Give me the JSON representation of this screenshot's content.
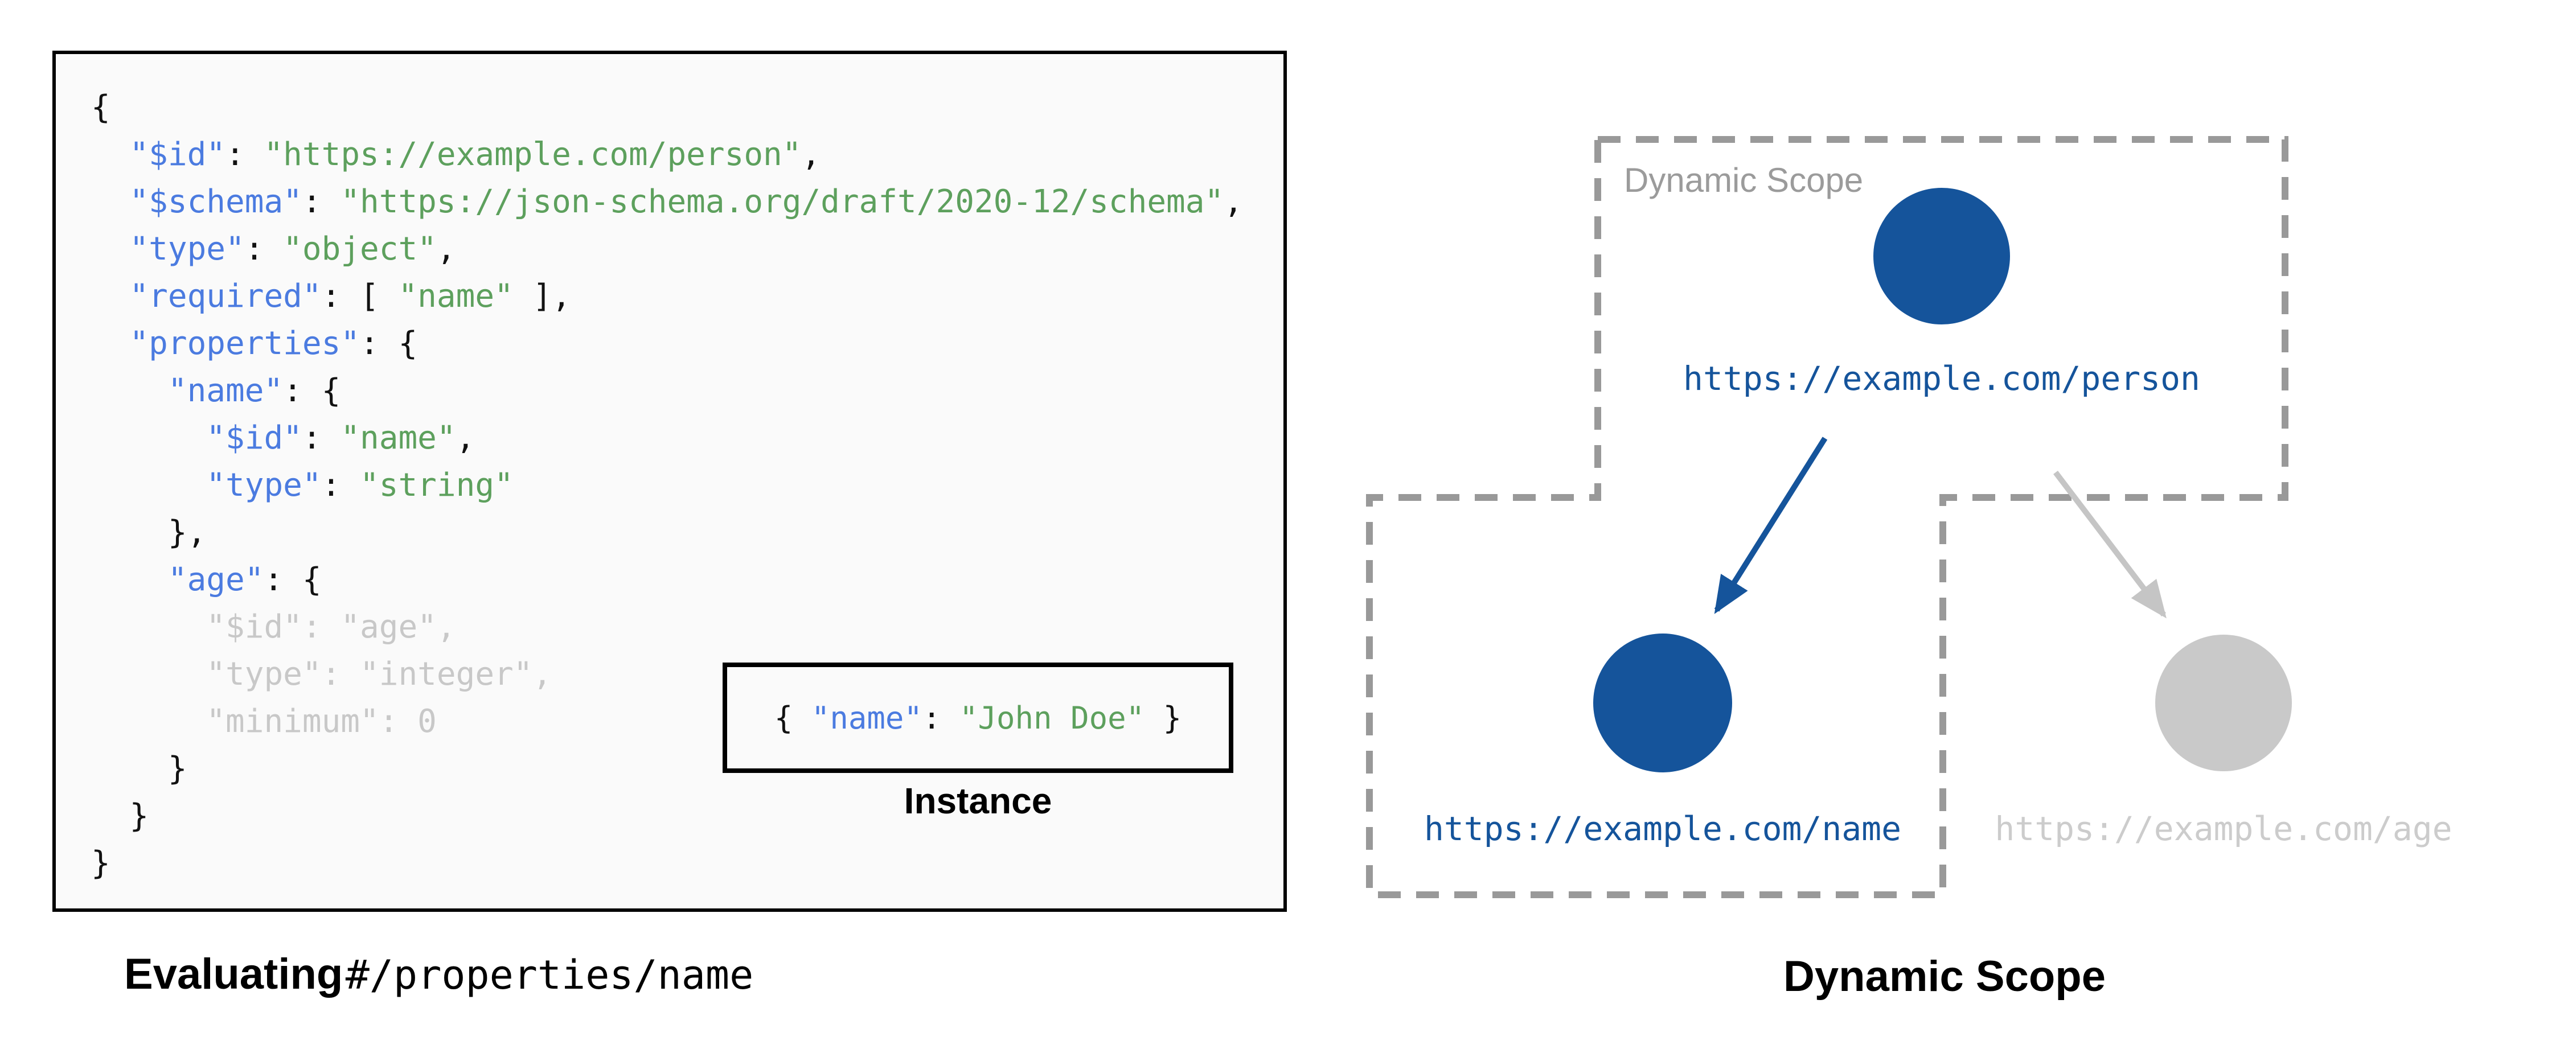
{
  "colors": {
    "panel_background": "#fafafa",
    "panel_border": "#000000",
    "json_key_blue": "#4b7be0",
    "json_string_green": "#5da05d",
    "json_dimmed_gray": "#c8c8c8",
    "node_blue": "#15549b",
    "node_gray": "#c9c9c9",
    "dashed_border_gray": "#999999",
    "scope_label_gray": "#9b9b9b"
  },
  "schema_panel": {
    "code": {
      "lines": [
        {
          "indent": 0,
          "dim": false,
          "tokens": [
            {
              "c": "plain",
              "t": "{"
            }
          ]
        },
        {
          "indent": 2,
          "dim": false,
          "tokens": [
            {
              "c": "key",
              "t": "\"$id\""
            },
            {
              "c": "plain",
              "t": ": "
            },
            {
              "c": "str",
              "t": "\"https://example.com/person\""
            },
            {
              "c": "plain",
              "t": ","
            }
          ]
        },
        {
          "indent": 2,
          "dim": false,
          "tokens": [
            {
              "c": "key",
              "t": "\"$schema\""
            },
            {
              "c": "plain",
              "t": ": "
            },
            {
              "c": "str",
              "t": "\"https://json-schema.org/draft/2020-12/schema\""
            },
            {
              "c": "plain",
              "t": ","
            }
          ]
        },
        {
          "indent": 2,
          "dim": false,
          "tokens": [
            {
              "c": "key",
              "t": "\"type\""
            },
            {
              "c": "plain",
              "t": ": "
            },
            {
              "c": "str",
              "t": "\"object\""
            },
            {
              "c": "plain",
              "t": ","
            }
          ]
        },
        {
          "indent": 2,
          "dim": false,
          "tokens": [
            {
              "c": "key",
              "t": "\"required\""
            },
            {
              "c": "plain",
              "t": ": [ "
            },
            {
              "c": "str",
              "t": "\"name\""
            },
            {
              "c": "plain",
              "t": " ],"
            }
          ]
        },
        {
          "indent": 2,
          "dim": false,
          "tokens": [
            {
              "c": "key",
              "t": "\"properties\""
            },
            {
              "c": "plain",
              "t": ": {"
            }
          ]
        },
        {
          "indent": 4,
          "dim": false,
          "tokens": [
            {
              "c": "key",
              "t": "\"name\""
            },
            {
              "c": "plain",
              "t": ": {"
            }
          ]
        },
        {
          "indent": 6,
          "dim": false,
          "tokens": [
            {
              "c": "key",
              "t": "\"$id\""
            },
            {
              "c": "plain",
              "t": ": "
            },
            {
              "c": "str",
              "t": "\"name\""
            },
            {
              "c": "plain",
              "t": ","
            }
          ]
        },
        {
          "indent": 6,
          "dim": false,
          "tokens": [
            {
              "c": "key",
              "t": "\"type\""
            },
            {
              "c": "plain",
              "t": ": "
            },
            {
              "c": "str",
              "t": "\"string\""
            }
          ]
        },
        {
          "indent": 4,
          "dim": false,
          "tokens": [
            {
              "c": "plain",
              "t": "},"
            }
          ]
        },
        {
          "indent": 4,
          "dim": false,
          "tokens": [
            {
              "c": "key",
              "t": "\"age\""
            },
            {
              "c": "plain",
              "t": ": {"
            }
          ]
        },
        {
          "indent": 6,
          "dim": true,
          "tokens": [
            {
              "c": "key",
              "t": "\"$id\""
            },
            {
              "c": "plain",
              "t": ": "
            },
            {
              "c": "str",
              "t": "\"age\""
            },
            {
              "c": "plain",
              "t": ","
            }
          ]
        },
        {
          "indent": 6,
          "dim": true,
          "tokens": [
            {
              "c": "key",
              "t": "\"type\""
            },
            {
              "c": "plain",
              "t": ": "
            },
            {
              "c": "str",
              "t": "\"integer\""
            },
            {
              "c": "plain",
              "t": ","
            }
          ]
        },
        {
          "indent": 6,
          "dim": true,
          "tokens": [
            {
              "c": "key",
              "t": "\"minimum\""
            },
            {
              "c": "plain",
              "t": ": 0"
            }
          ]
        },
        {
          "indent": 4,
          "dim": false,
          "tokens": [
            {
              "c": "plain",
              "t": "}"
            }
          ]
        },
        {
          "indent": 2,
          "dim": false,
          "tokens": [
            {
              "c": "plain",
              "t": "}"
            }
          ]
        },
        {
          "indent": 0,
          "dim": false,
          "tokens": [
            {
              "c": "plain",
              "t": "}"
            }
          ]
        }
      ]
    },
    "instance": {
      "tokens": [
        {
          "c": "plain",
          "t": "{ "
        },
        {
          "c": "key",
          "t": "\"name\""
        },
        {
          "c": "plain",
          "t": ": "
        },
        {
          "c": "str",
          "t": "\"John Doe\""
        },
        {
          "c": "plain",
          "t": " }"
        }
      ],
      "label": "Instance"
    }
  },
  "left_caption": {
    "bold": "Evaluating",
    "pointer": "#/properties/name"
  },
  "scope_diagram": {
    "box_label": "Dynamic Scope",
    "nodes": {
      "person": {
        "label": "https://example.com/person"
      },
      "name": {
        "label": "https://example.com/name"
      },
      "age": {
        "label": "https://example.com/age"
      }
    },
    "caption": "Dynamic Scope"
  }
}
